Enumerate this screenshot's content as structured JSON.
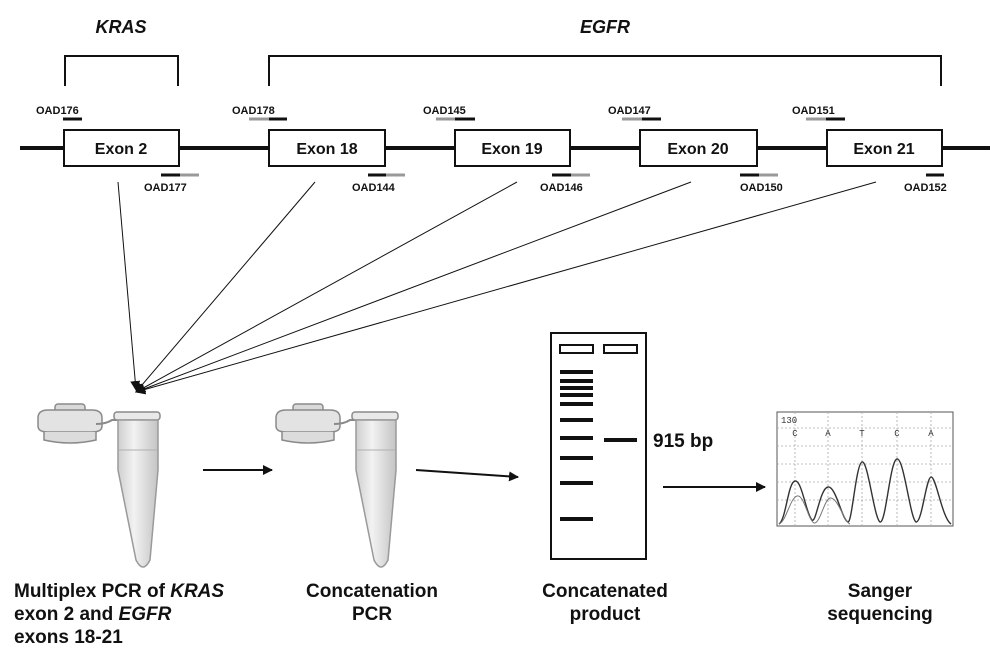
{
  "genes": [
    {
      "label": "KRAS"
    },
    {
      "label": "EGFR"
    }
  ],
  "exons": [
    {
      "label": "Exon 2"
    },
    {
      "label": "Exon 18"
    },
    {
      "label": "Exon 19"
    },
    {
      "label": "Exon 20"
    },
    {
      "label": "Exon 21"
    }
  ],
  "primers_above": [
    "OAD176",
    "OAD178",
    "OAD145",
    "OAD147",
    "OAD151"
  ],
  "primers_below": [
    "OAD177",
    "OAD144",
    "OAD146",
    "OAD150",
    "OAD152"
  ],
  "gel": {
    "band_label": "915 bp"
  },
  "chromatogram": {
    "position": "130",
    "bases": [
      "C",
      "A",
      "T",
      "C",
      "A"
    ]
  },
  "captions": {
    "multiplex": {
      "line1_pre": "Multiplex PCR of ",
      "line1_gene": "KRAS",
      "line2_pre": "exon 2 and ",
      "line2_gene": "EGFR",
      "line3": "exons 18-21"
    },
    "concatenation": {
      "line1": "Concatenation",
      "line2": "PCR"
    },
    "product": {
      "line1": "Concatenated",
      "line2": "product"
    },
    "sanger": {
      "line1": "Sanger",
      "line2": "sequencing"
    }
  },
  "colors": {
    "primer_dark": "#111111",
    "primer_grey": "#999999",
    "tube_fill": "#e6e6e6",
    "tube_stroke": "#9a9a9a"
  }
}
